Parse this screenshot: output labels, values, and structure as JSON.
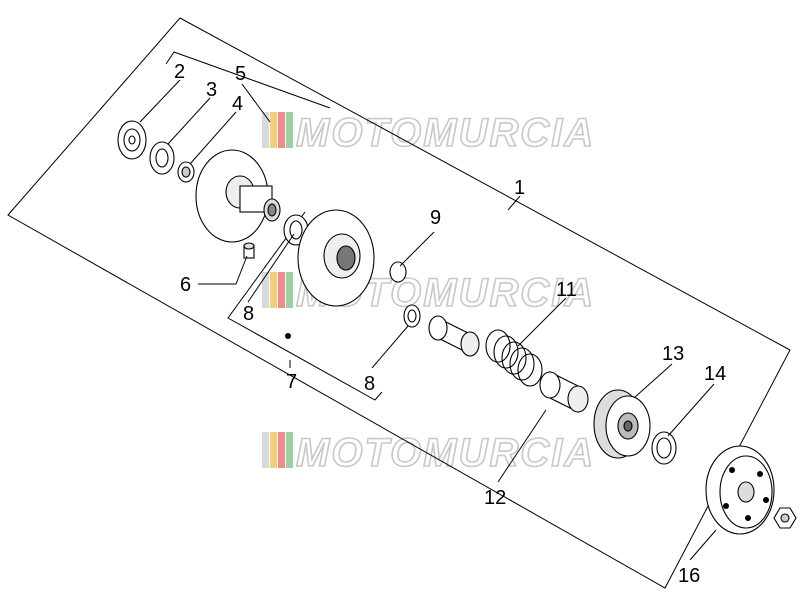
{
  "callouts": {
    "c1": "1",
    "c2": "2",
    "c3": "3",
    "c4": "4",
    "c5": "5",
    "c6": "6",
    "c7": "7",
    "c8a": "8",
    "c8b": "8",
    "c9": "9",
    "c11": "11",
    "c12": "12",
    "c13": "13",
    "c14": "14",
    "c16": "16"
  },
  "watermark": {
    "text": "MOTOMURCIA"
  },
  "colors": {
    "line": "#000000",
    "watermark_outline": "#c8c8c8",
    "logo_stripes": [
      "#d9d9d9",
      "#f2cf7a",
      "#f28c8c",
      "#9bd0a3"
    ]
  }
}
